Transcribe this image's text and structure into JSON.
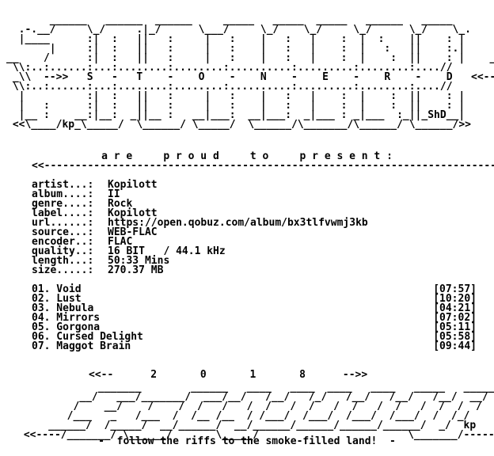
{
  "header": {
    "art": "       ______   ______  ______     _____   _____  _____   ______   _____\n  .-.__/     \\_/     .|_/      \\___/     \\_/    \\_/     \\_/      \\_/    \\_.\n  |____      :|  :   ||   :     |   :    |   :   |    :  |  :    ||    : |\n       |     :|  :   ||   :     |   :    |   :   |    :  |   :   ||    :.|\n__    /      :|  :   ||   :     |   :    |   :   |    :  |    :  ||    : |    __\n \\\\:..:......:...:........:........:..........:.........:........:....//\n _\\\\  -->>   S   -   T    -    O    -    N    -    E    -    R    -    D   <<--  //_\n \\\\:..:......:...:........:........:..........:.........:........:....//\n  |          :|  :   ||   :     |   :    |   :   |    :  |    :  ||    : |\n  |   :      :|  :   ||   :     |   :    |   :   |    :  |    :  ||    : |\n  |__ :    __:|__:  _||__ :   __|___:  __|___:  _|___ : _|___  :_||_ShD__|\n <<\\____/kp_\\_____/  \\______/ \\_____/  \\______/\\_______/\\______/ \\______/>>",
    "title": "S-T-O-N-E-R-D"
  },
  "present": {
    "text": "a r e     p r o u d     t o     p r e s e n t :",
    "rule": "<<-------------------------------------------------------------------------//->"
  },
  "info": {
    "fields": [
      {
        "label": "artist...:",
        "value": "Kopilott"
      },
      {
        "label": "album....:",
        "value": "II"
      },
      {
        "label": "genre....:",
        "value": "Rock"
      },
      {
        "label": "label....:",
        "value": "Kopilott"
      },
      {
        "label": "url......:",
        "value": "https://open.qobuz.com/album/bx3tlfvwmj3kb"
      },
      {
        "label": "source...:",
        "value": "WEB-FLAC"
      },
      {
        "label": "encoder..:",
        "value": "FLAC"
      },
      {
        "label": "quality..:",
        "value": "16 BIT   / 44.1 kHz"
      },
      {
        "label": "length...:",
        "value": "50:33 Mins"
      },
      {
        "label": "size.....:",
        "value": "270.37 MB"
      }
    ]
  },
  "tracklist": [
    {
      "title": "01. Void",
      "time": "[07:57]"
    },
    {
      "title": "02. Lust",
      "time": "[10:20]"
    },
    {
      "title": "03. Nebula",
      "time": "[04:21]"
    },
    {
      "title": "04. Mirrors",
      "time": "[07:02]"
    },
    {
      "title": "05. Gorgona",
      "time": "[05:11]"
    },
    {
      "title": "06. Cursed Delight",
      "time": "[05:58]"
    },
    {
      "title": "07. Maggot Brain",
      "time": "[09:44]"
    }
  ],
  "footer": {
    "year_line": "<<--      2       0       1       8      -->>",
    "art": "             _______        ______   ____   ____  ____   ____   _____   ______\n          __/   ___/_______/  ___/__/   /__/   /_/   /__/   /__/   /__/  __/\n         /    __/    /    /  /   /   /  /   /  /   /  /   /  /   /  /  /  /\n        /___   _   /___  /  /__ /__  / /___/  /___/  /___/  /___/  /  /_/\n     ______/  /_____/  __/______/  __/______/______/______/______/  _/  kp\n <<----/_______/ \\______/       \\_____/                        \\_______/------->>",
    "tagline": "-  follow the riffs to the smoke-filled land!  -"
  }
}
